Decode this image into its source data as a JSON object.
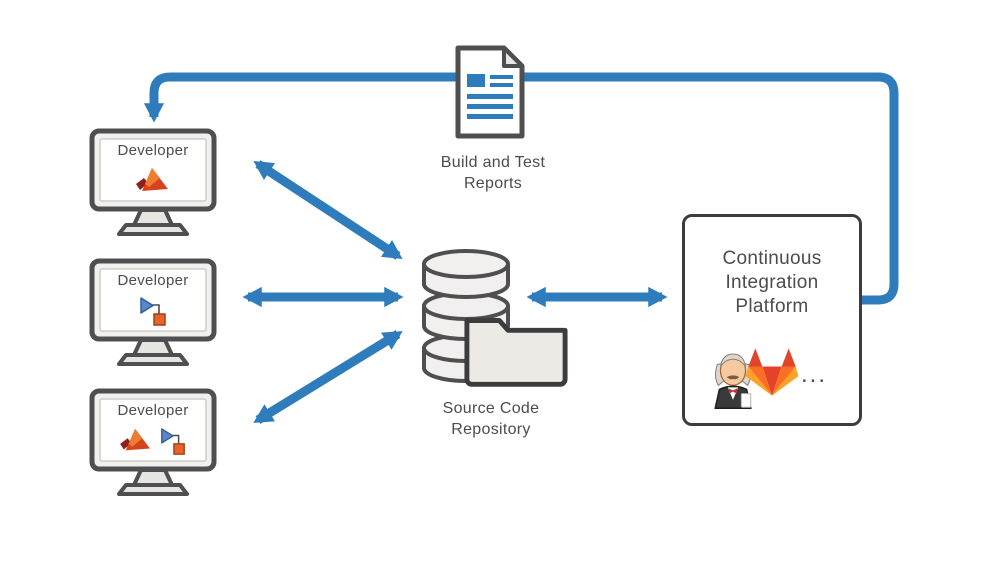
{
  "diagram": {
    "description": "Continuous integration workflow diagram",
    "colors": {
      "arrow_blue": "#2e7cbc",
      "outline_gray": "#4f4f51",
      "node_fill": "#f1f0ee",
      "text_gray": "#4c4c4e"
    },
    "developers": [
      {
        "label": "Developer",
        "tools": [
          "matlab-icon"
        ]
      },
      {
        "label": "Developer",
        "tools": [
          "simulink-icon"
        ]
      },
      {
        "label": "Developer",
        "tools": [
          "matlab-icon",
          "simulink-icon"
        ]
      }
    ],
    "reports": {
      "line1": "Build and Test",
      "line2": "Reports"
    },
    "repository": {
      "line1": "Source Code",
      "line2": "Repository"
    },
    "ci_platform": {
      "line1": "Continuous",
      "line2": "Integration",
      "line3": "Platform",
      "ellipsis": "...",
      "logos": [
        "jenkins-icon",
        "gitlab-icon"
      ]
    }
  }
}
